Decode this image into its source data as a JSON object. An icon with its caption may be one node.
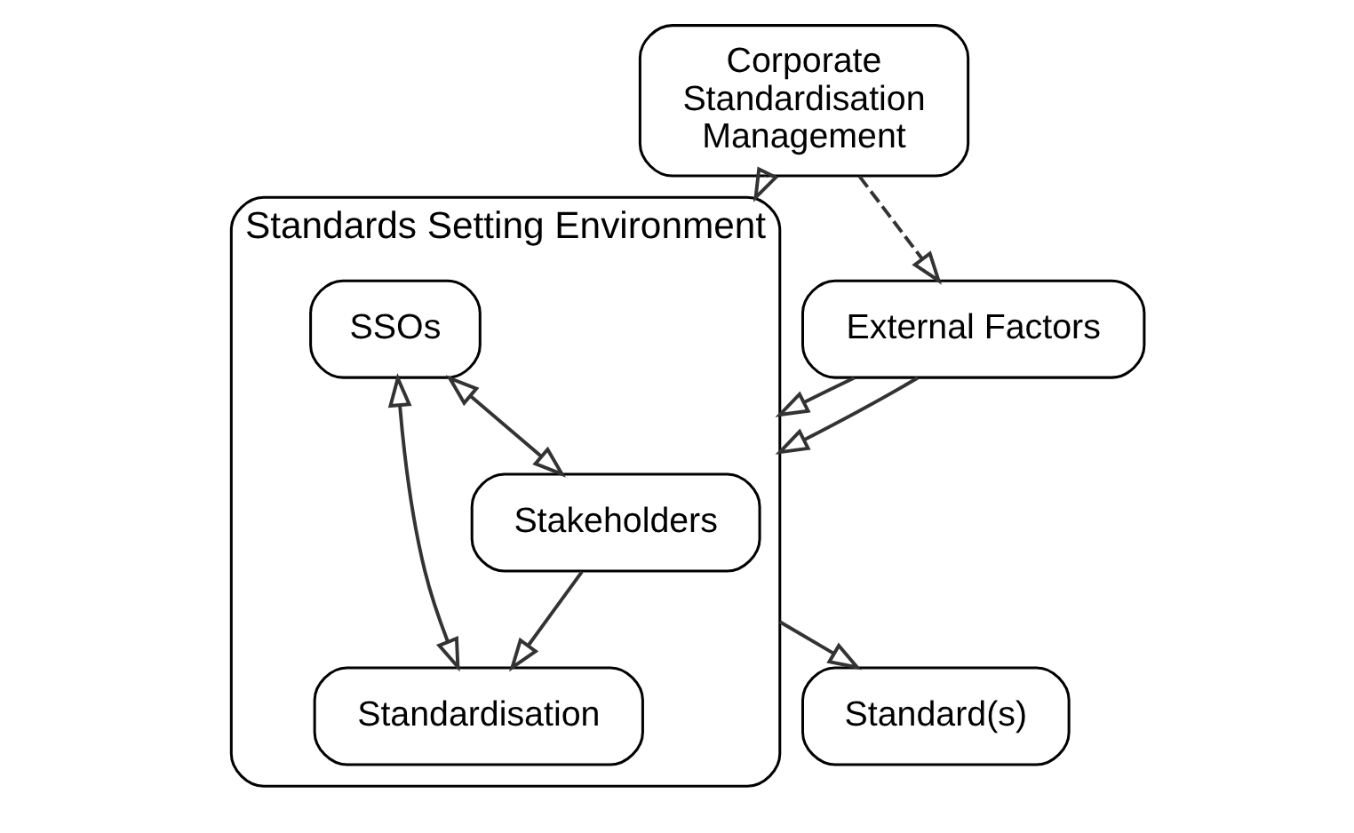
{
  "diagram": {
    "nodes": [
      {
        "text": [
          "Standards Setting Environment"
        ]
      },
      {
        "text": [
          "Stakeholders"
        ],
        "in": 0
      },
      {
        "text": [
          "SSOs"
        ],
        "in": 0
      },
      {
        "text": [
          "Standardisation"
        ],
        "in": 0
      },
      {
        "text": [
          "Standard(s)"
        ]
      },
      {
        "text": [
          "External Factors"
        ]
      },
      {
        "text": [
          "Corporate Standardisation Management"
        ]
      }
    ],
    "edges": [
      {
        "from": 5,
        "to": 0,
        "arrow": "to"
      },
      {
        "from": 5,
        "to": 0,
        "arrow": "to"
      },
      {
        "from": 6,
        "to": 5,
        "arrow": "to",
        "style": "dashed"
      },
      {
        "from": 2,
        "to": 1,
        "arrow": "both"
      },
      {
        "from": 2,
        "to": 3,
        "arrow": "both"
      },
      {
        "from": 1,
        "to": 3,
        "arrow": "to"
      },
      {
        "from": 6,
        "to": 0,
        "arrow": "to"
      },
      {
        "from": 0,
        "to": 4,
        "arrow": "to"
      }
    ]
  }
}
